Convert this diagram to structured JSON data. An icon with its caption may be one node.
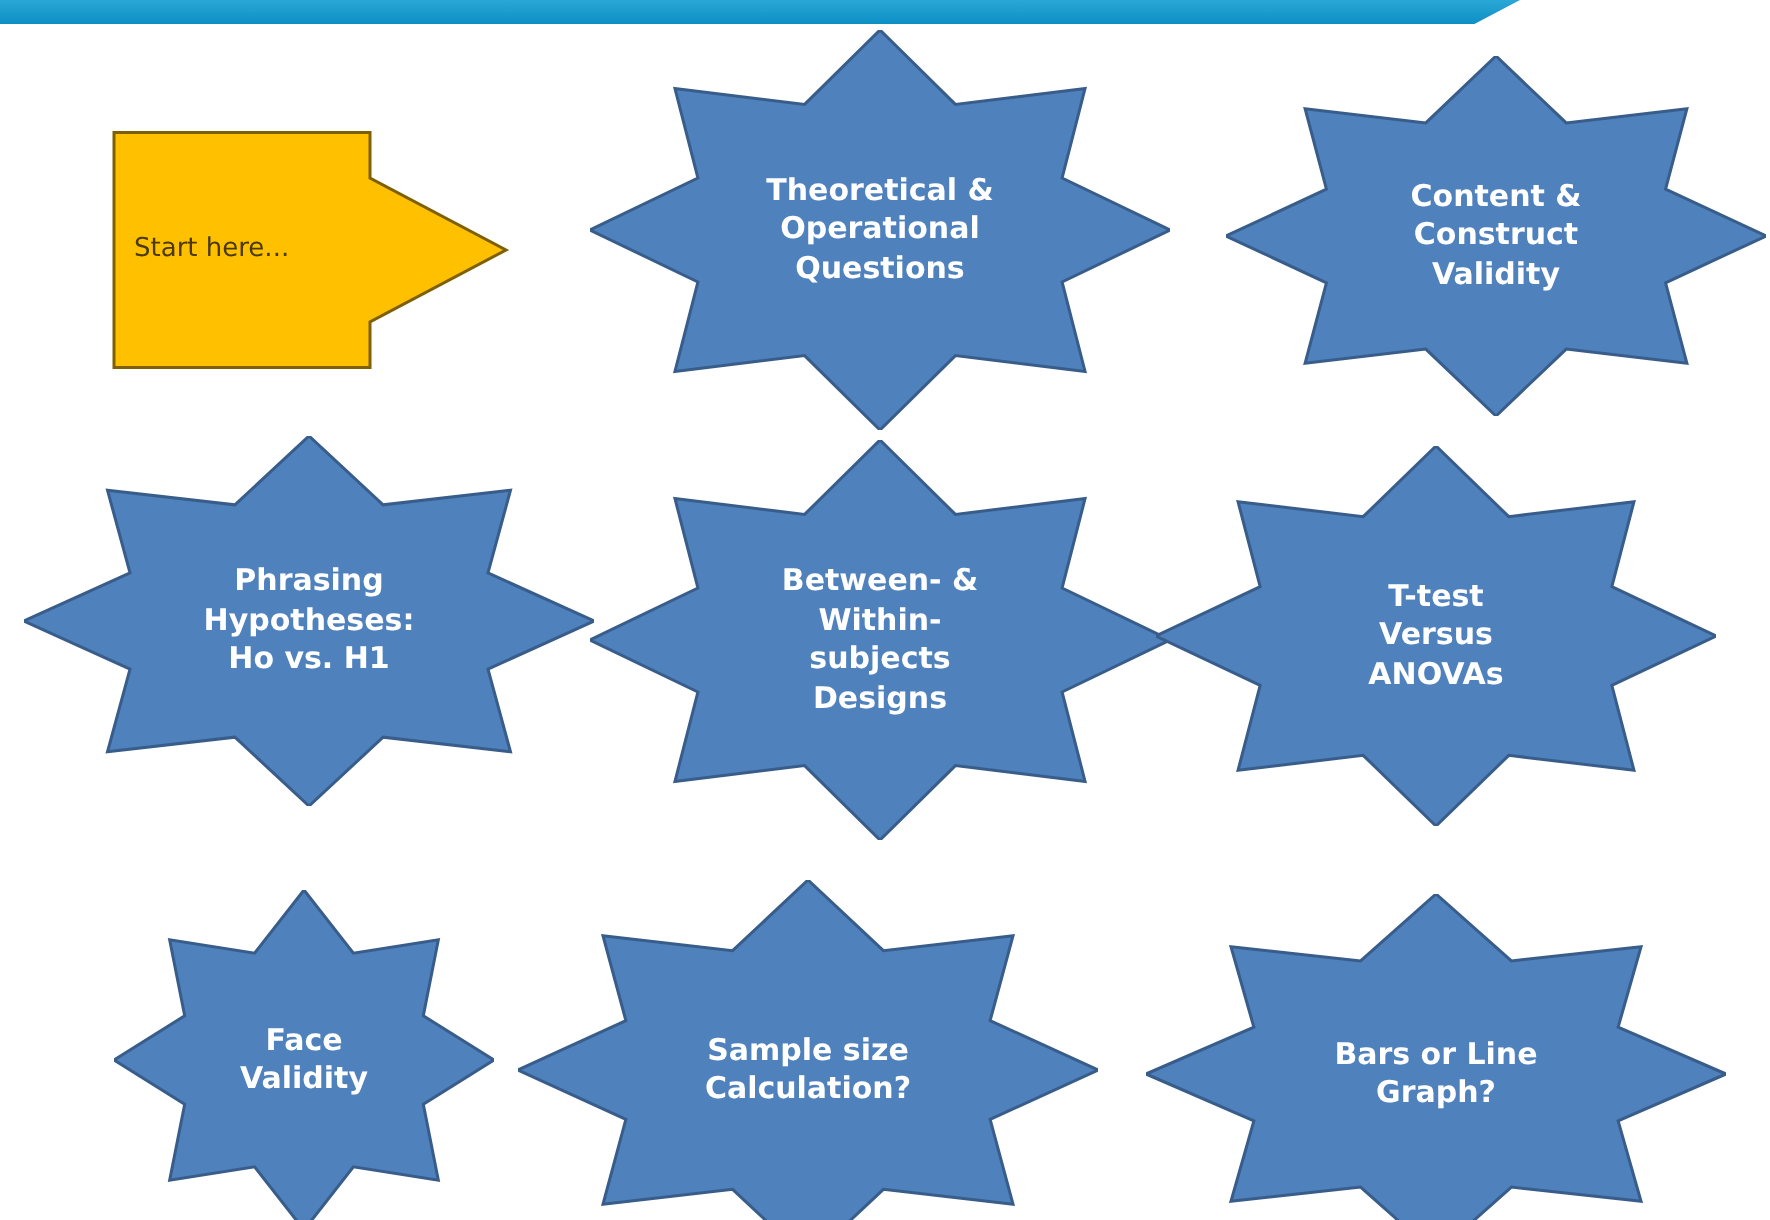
{
  "diagram": {
    "nodes": [
      {
        "text": [
          "Start here..."
        ]
      },
      {
        "text": [
          "Theoretical & Operational Questions"
        ]
      },
      {
        "text": [
          "Content & Construct Validity"
        ]
      },
      {
        "text": [
          "Phrasing Hypotheses: Ho vs. H1"
        ]
      },
      {
        "text": [
          "Between- & Within-subjects Designs"
        ]
      },
      {
        "text": [
          "T-test Versus ANOVAs"
        ]
      },
      {
        "text": [
          "Face Validity"
        ]
      },
      {
        "text": [
          "Sample size Calculation?"
        ]
      },
      {
        "text": [
          "Bars or Line Graph?"
        ]
      }
    ]
  }
}
